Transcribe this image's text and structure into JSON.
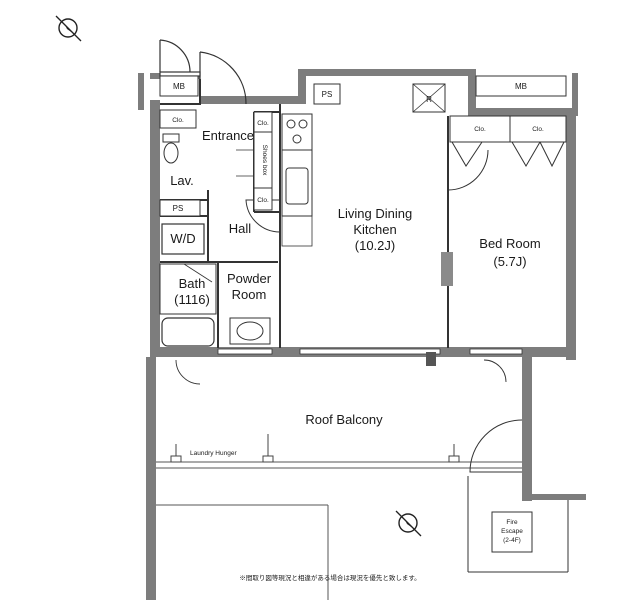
{
  "rooms": {
    "ldk": {
      "line1": "Living Dining",
      "line2": "Kitchen",
      "size": "(10.2J)"
    },
    "bedroom": {
      "line1": "Bed Room",
      "size": "(5.7J)"
    },
    "entrance": "Entrance",
    "lav": "Lav.",
    "hall": "Hall",
    "wd": "W/D",
    "bath": {
      "line1": "Bath",
      "size": "(1116)"
    },
    "powder": {
      "line1": "Powder",
      "line2": "Room"
    },
    "balcony": "Roof Balcony",
    "fire_escape": {
      "line1": "Fire",
      "line2": "Escape",
      "line3": "(2-4F)"
    }
  },
  "labels": {
    "mb_left": "MB",
    "mb_right": "MB",
    "ps_top": "PS",
    "ps_lav": "PS",
    "r_box": "R",
    "clo_lav": "Clo.",
    "clo_entrance_top": "Clo.",
    "clo_entrance_bottom": "Clo.",
    "shoes_box": "Shoes box",
    "clo_bed_left": "Clo.",
    "clo_bed_right": "Clo.",
    "laundry": "Laundry Hunger"
  },
  "footnote": "※間取り図等現況と相違がある場合は現況を優先と致します。",
  "icons": {
    "compass": "north-compass-icon"
  }
}
